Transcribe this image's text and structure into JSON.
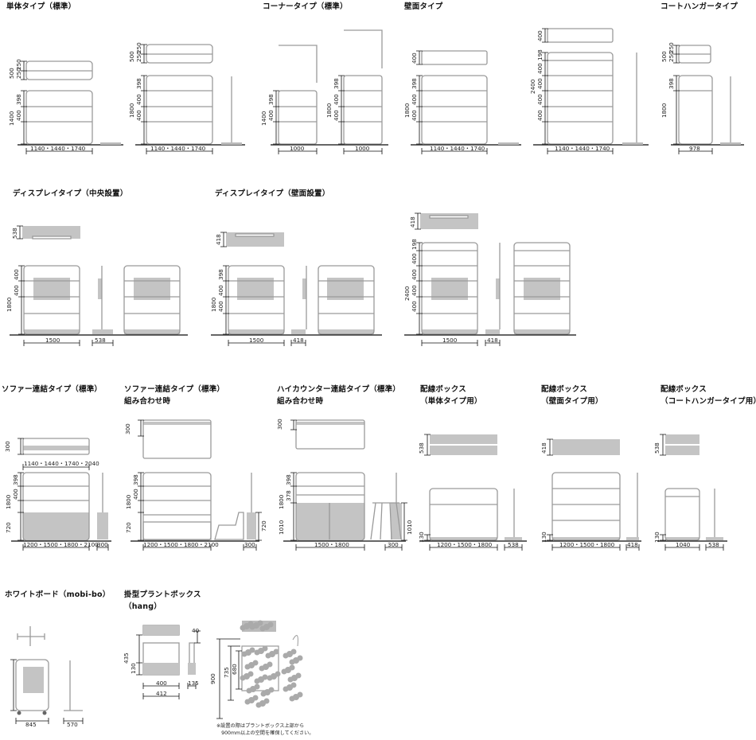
{
  "titles": {
    "single": "単体タイプ（標準）",
    "corner": "コーナータイプ（標準）",
    "wall": "壁面タイプ",
    "coat": "コートハンガータイプ",
    "display_center": "ディスプレイタイプ（中央設置）",
    "display_wall": "ディスプレイタイプ（壁面設置）",
    "sofa": "ソファー連結タイプ（標準）",
    "sofa_combo_1": "ソファー連結タイプ（標準）",
    "sofa_combo_2": "組み合わせ時",
    "counter_1": "ハイカウンター連結タイプ（標準）",
    "counter_2": "組み合わせ時",
    "box_single_1": "配線ボックス",
    "box_single_2": "（単体タイプ用）",
    "box_wall_1": "配線ボックス",
    "box_wall_2": "（壁面タイプ用）",
    "box_coat_1": "配線ボックス",
    "box_coat_2": "（コートハンガータイプ用）",
    "whiteboard": "ホワイトボード（mobi-bo）",
    "plant_1": "掛型プラントボックス",
    "plant_2": "（hang）"
  },
  "note": "※設置の際はプラントボックス上部から\n　900mm以上の空間を確保してください。",
  "dims": {
    "d500": "500",
    "d250": "250",
    "d1400": "1400",
    "d1800": "1800",
    "d2400": "2400",
    "d400": "400",
    "d398": "398",
    "d198": "198",
    "d538": "538",
    "d418": "418",
    "d300": "300",
    "d720": "720",
    "d1010": "1010",
    "d378": "378",
    "d130": "130",
    "w1140_3": "1140・1440・1740",
    "w1140_4": "1140・1440・1740・2040",
    "w1200_4": "1200・1500・1800・2100",
    "w1200_3": "1200・1500・1800",
    "w1500_1800": "1500・1800",
    "w1000": "1000",
    "w978": "978",
    "w1500": "1500",
    "w1040": "1040",
    "w845": "845",
    "w570": "570",
    "w400": "400",
    "w412": "412",
    "w135": "135",
    "d435": "435",
    "d40": "40",
    "d900": "900",
    "d735": "735",
    "d680": "680"
  }
}
